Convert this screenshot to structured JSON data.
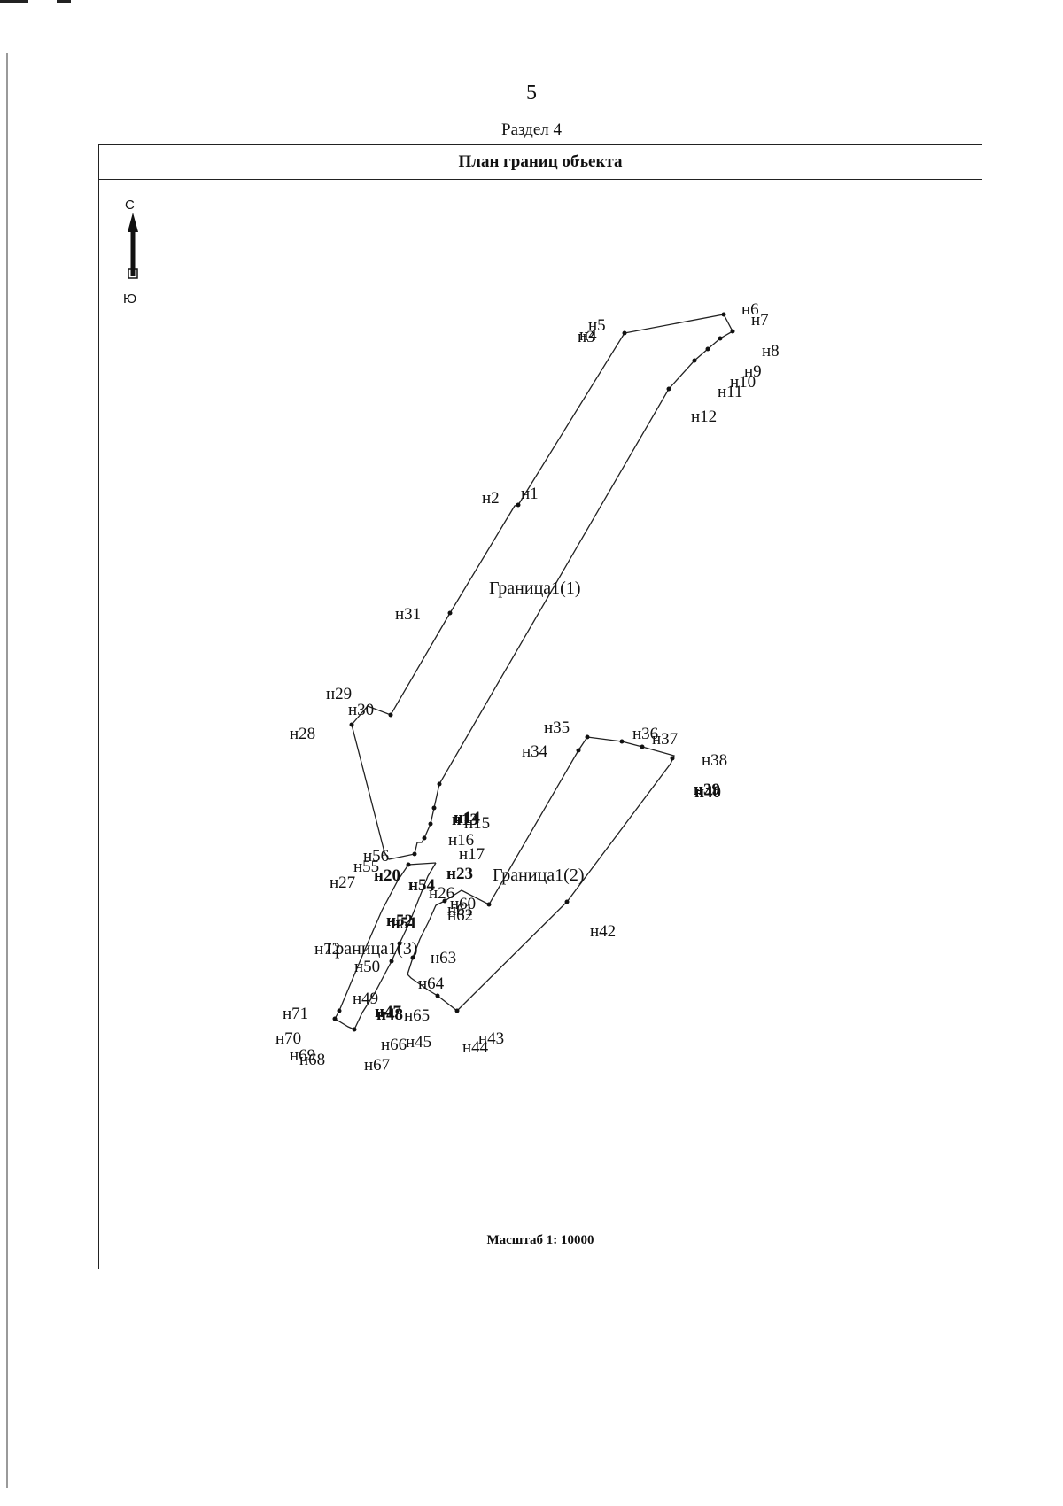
{
  "page": {
    "number": "5",
    "section": "Раздел 4"
  },
  "plan": {
    "title": "План границ объекта",
    "scale": "Масштаб 1: 10000",
    "compass": {
      "north": "С",
      "south": "Ю"
    }
  },
  "areas": [
    {
      "name": "Граница1(1)",
      "label": "Граница1(1)"
    },
    {
      "name": "Граница1(2)",
      "label": "Граница1(2)"
    },
    {
      "name": "Граница1(3)",
      "label": "Граница1(3)"
    }
  ],
  "points": [
    {
      "id": "н1",
      "label": "н1"
    },
    {
      "id": "н2",
      "label": "н2"
    },
    {
      "id": "н3",
      "label": "н3"
    },
    {
      "id": "н4",
      "label": "н4"
    },
    {
      "id": "н5",
      "label": "н5"
    },
    {
      "id": "н6",
      "label": "н6"
    },
    {
      "id": "н7",
      "label": "н7"
    },
    {
      "id": "н8",
      "label": "н8"
    },
    {
      "id": "н9",
      "label": "н9"
    },
    {
      "id": "н10",
      "label": "н10"
    },
    {
      "id": "н11",
      "label": "н11"
    },
    {
      "id": "н12",
      "label": "н12"
    },
    {
      "id": "н13",
      "label": "н13"
    },
    {
      "id": "н14",
      "label": "н14"
    },
    {
      "id": "н15",
      "label": "н15"
    },
    {
      "id": "н16",
      "label": "н16"
    },
    {
      "id": "н17",
      "label": "н17"
    },
    {
      "id": "н20",
      "label": "н20"
    },
    {
      "id": "н23",
      "label": "н23"
    },
    {
      "id": "н26",
      "label": "н26"
    },
    {
      "id": "н27",
      "label": "н27"
    },
    {
      "id": "н28",
      "label": "н28"
    },
    {
      "id": "н29",
      "label": "н29"
    },
    {
      "id": "н30",
      "label": "н30"
    },
    {
      "id": "н31",
      "label": "н31"
    },
    {
      "id": "н34",
      "label": "н34"
    },
    {
      "id": "н35",
      "label": "н35"
    },
    {
      "id": "н36",
      "label": "н36"
    },
    {
      "id": "н37",
      "label": "н37"
    },
    {
      "id": "н38",
      "label": "н38"
    },
    {
      "id": "н39",
      "label": "н39"
    },
    {
      "id": "н40",
      "label": "н40"
    },
    {
      "id": "н42",
      "label": "н42"
    },
    {
      "id": "н43",
      "label": "н43"
    },
    {
      "id": "н44",
      "label": "н44"
    },
    {
      "id": "н45",
      "label": "н45"
    },
    {
      "id": "н47",
      "label": "н47"
    },
    {
      "id": "н48",
      "label": "н48"
    },
    {
      "id": "н49",
      "label": "н49"
    },
    {
      "id": "н50",
      "label": "н50"
    },
    {
      "id": "н51",
      "label": "н51"
    },
    {
      "id": "н52",
      "label": "н52"
    },
    {
      "id": "н54",
      "label": "н54"
    },
    {
      "id": "н55",
      "label": "н55"
    },
    {
      "id": "н56",
      "label": "н56"
    },
    {
      "id": "н60",
      "label": "н60"
    },
    {
      "id": "н61",
      "label": "н61"
    },
    {
      "id": "н62",
      "label": "н62"
    },
    {
      "id": "н63",
      "label": "н63"
    },
    {
      "id": "н64",
      "label": "н64"
    },
    {
      "id": "н65",
      "label": "н65"
    },
    {
      "id": "н66",
      "label": "н66"
    },
    {
      "id": "н67",
      "label": "н67"
    },
    {
      "id": "н68",
      "label": "н68"
    },
    {
      "id": "н69",
      "label": "н69"
    },
    {
      "id": "н70",
      "label": "н70"
    },
    {
      "id": "н71",
      "label": "н71"
    },
    {
      "id": "н72",
      "label": "н72"
    }
  ]
}
